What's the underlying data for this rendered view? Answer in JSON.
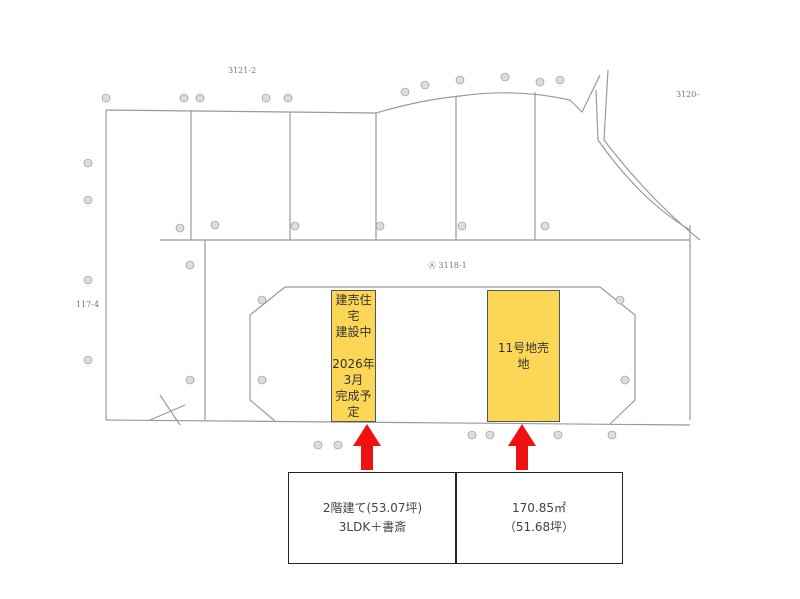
{
  "map": {
    "parcel_labels": {
      "top": "3121-2",
      "top_right": "3120-",
      "center": "Ⓐ 3118-1",
      "left": "117-4"
    }
  },
  "lots": [
    {
      "id": "house-lot",
      "lines": "建売住宅\n建設中\n\n2026年\n3月\n完成予定"
    },
    {
      "id": "land-lot",
      "lines": "11号地売\n地"
    }
  ],
  "info": [
    {
      "line1": "2階建て(53.07坪)",
      "line2": "3LDK＋書斎"
    },
    {
      "line1": "170.85㎡",
      "line2": "（51.68坪）"
    }
  ],
  "colors": {
    "lot": "#fcd757",
    "arrow": "#ee1111",
    "lines": "#999999"
  }
}
